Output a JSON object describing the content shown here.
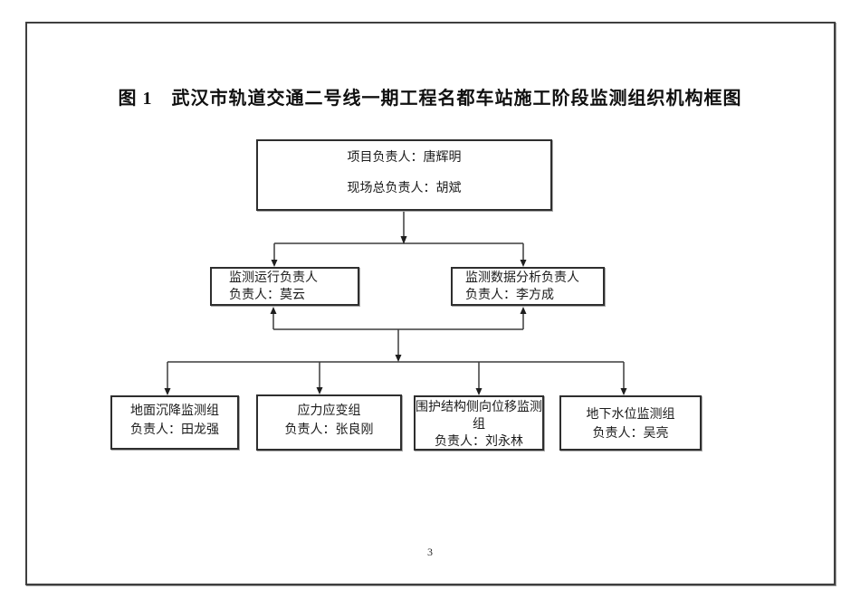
{
  "page": {
    "title": "图 1　武汉市轨道交通二号线一期工程名都车站施工阶段监测组织机构框图",
    "page_number": "3"
  },
  "org_chart": {
    "root": {
      "lines": [
        "项目负责人：唐辉明",
        "现场总负责人：胡斌"
      ]
    },
    "level2": [
      {
        "lines": [
          "监测运行负责人",
          "负责人：莫云"
        ]
      },
      {
        "lines": [
          "监测数据分析负责人",
          "负责人：李方成"
        ]
      }
    ],
    "level3": [
      {
        "lines": [
          "地面沉降监测组",
          "负责人：田龙强"
        ]
      },
      {
        "lines": [
          "应力应变组",
          "负责人：张良刚"
        ]
      },
      {
        "lines": [
          "围护结构侧向位移监测",
          "组",
          "负责人：刘永林"
        ]
      },
      {
        "lines": [
          "地下水位监测组",
          "负责人：吴亮"
        ]
      }
    ]
  },
  "colors": {
    "ink": "#1c1c1c",
    "box_border": "#2e2e2e",
    "connector_line": "#3c3c3c"
  }
}
